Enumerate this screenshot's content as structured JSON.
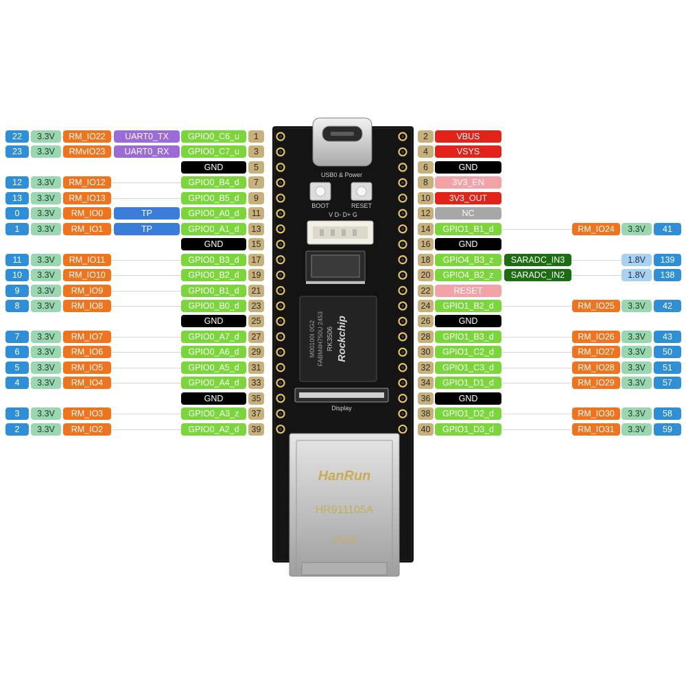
{
  "colors": {
    "pin_num": "#c7b07a",
    "gpio": "#7ad63a",
    "gnd": "#000000",
    "rm": "#f0741e",
    "v33": "#9ad7b0",
    "v18": "#a9d1f2",
    "num": "#2f8fd6",
    "uart": "#9b6bd8",
    "tp": "#3a7dd8",
    "red": "#e2231a",
    "pink": "#f3a3a8",
    "nc": "#a7a7a7",
    "adc": "#1d6e12"
  },
  "board": {
    "usb_label": "USB0 & Power",
    "boot_label": "BOOT",
    "reset_label": "RESET",
    "debug_label": "V D- D+ G",
    "display_label": "Display",
    "chip_brand": "Rockchip",
    "chip_model": "RK3506",
    "chip_line1": "FABM4H750U 2453",
    "chip_line2": "M00100I 0G2",
    "rj45_brand": "HanRun",
    "rj45_model": "HR911105A",
    "rj45_code": "20/10"
  },
  "left_pins": [
    {
      "pin": "1",
      "gpio": "GPIO0_C6_u",
      "rm": "RM_IO22",
      "volt": "3.3V",
      "num": "22",
      "func": "UART0_TX",
      "func_type": "uart"
    },
    {
      "pin": "3",
      "gpio": "GPIO0_C7_u",
      "rm": "RMvIO23",
      "volt": "3.3V",
      "num": "23",
      "func": "UART0_RX",
      "func_type": "uart"
    },
    {
      "pin": "5",
      "gpio": "GND"
    },
    {
      "pin": "7",
      "gpio": "GPIO0_B4_d",
      "rm": "RM_IO12",
      "volt": "3.3V",
      "num": "12"
    },
    {
      "pin": "9",
      "gpio": "GPIO0_B5_d",
      "rm": "RM_IO13",
      "volt": "3.3V",
      "num": "13"
    },
    {
      "pin": "11",
      "gpio": "GPIO0_A0_d",
      "rm": "RM_IO0",
      "volt": "3.3V",
      "num": "0",
      "func": "TP",
      "func_type": "tp"
    },
    {
      "pin": "13",
      "gpio": "GPIO0_A1_d",
      "rm": "RM_IO1",
      "volt": "3.3V",
      "num": "1",
      "func": "TP",
      "func_type": "tp"
    },
    {
      "pin": "15",
      "gpio": "GND"
    },
    {
      "pin": "17",
      "gpio": "GPIO0_B3_d",
      "rm": "RM_IO11",
      "volt": "3.3V",
      "num": "11"
    },
    {
      "pin": "19",
      "gpio": "GPIO0_B2_d",
      "rm": "RM_IO10",
      "volt": "3.3V",
      "num": "10"
    },
    {
      "pin": "21",
      "gpio": "GPIO0_B1_d",
      "rm": "RM_IO9",
      "volt": "3.3V",
      "num": "9"
    },
    {
      "pin": "23",
      "gpio": "GPIO0_B0_d",
      "rm": "RM_IO8",
      "volt": "3.3V",
      "num": "8"
    },
    {
      "pin": "25",
      "gpio": "GND"
    },
    {
      "pin": "27",
      "gpio": "GPIO0_A7_d",
      "rm": "RM_IO7",
      "volt": "3.3V",
      "num": "7"
    },
    {
      "pin": "29",
      "gpio": "GPIO0_A6_d",
      "rm": "RM_IO6",
      "volt": "3.3V",
      "num": "6"
    },
    {
      "pin": "31",
      "gpio": "GPIO0_A5_d",
      "rm": "RM_IO5",
      "volt": "3.3V",
      "num": "5"
    },
    {
      "pin": "33",
      "gpio": "GPIO0_A4_d",
      "rm": "RM_IO4",
      "volt": "3.3V",
      "num": "4"
    },
    {
      "pin": "35",
      "gpio": "GND"
    },
    {
      "pin": "37",
      "gpio": "GPIO0_A3_z",
      "rm": "RM_IO3",
      "volt": "3.3V",
      "num": "3"
    },
    {
      "pin": "39",
      "gpio": "GPIO0_A2_d",
      "rm": "RM_IO2",
      "volt": "3.3V",
      "num": "2"
    }
  ],
  "right_pins": [
    {
      "pin": "2",
      "gpio": "VBUS",
      "kind": "red"
    },
    {
      "pin": "4",
      "gpio": "VSYS",
      "kind": "red"
    },
    {
      "pin": "6",
      "gpio": "GND",
      "kind": "gnd"
    },
    {
      "pin": "8",
      "gpio": "3V3_EN",
      "kind": "pink"
    },
    {
      "pin": "10",
      "gpio": "3V3_OUT",
      "kind": "red"
    },
    {
      "pin": "12",
      "gpio": "NC",
      "kind": "nc"
    },
    {
      "pin": "14",
      "gpio": "GPIO1_B1_d",
      "kind": "gpio",
      "rm": "RM_IO24",
      "volt": "3.3V",
      "num": "41"
    },
    {
      "pin": "16",
      "gpio": "GND",
      "kind": "gnd"
    },
    {
      "pin": "18",
      "gpio": "GPIO4_B3_z",
      "kind": "gpio",
      "adc": "SARADC_IN3",
      "volt": "1.8V",
      "num": "139"
    },
    {
      "pin": "20",
      "gpio": "GPIO4_B2_z",
      "kind": "gpio",
      "adc": "SARADC_IN2",
      "volt": "1.8V",
      "num": "138"
    },
    {
      "pin": "22",
      "gpio": "RESET",
      "kind": "pink"
    },
    {
      "pin": "24",
      "gpio": "GPIO1_B2_d",
      "kind": "gpio",
      "rm": "RM_IO25",
      "volt": "3.3V",
      "num": "42"
    },
    {
      "pin": "26",
      "gpio": "GND",
      "kind": "gnd"
    },
    {
      "pin": "28",
      "gpio": "GPIO1_B3_d",
      "kind": "gpio",
      "rm": "RM_IO26",
      "volt": "3.3V",
      "num": "43"
    },
    {
      "pin": "30",
      "gpio": "GPIO1_C2_d",
      "kind": "gpio",
      "rm": "RM_IO27",
      "volt": "3.3V",
      "num": "50"
    },
    {
      "pin": "32",
      "gpio": "GPIO1_C3_d",
      "kind": "gpio",
      "rm": "RM_IO28",
      "volt": "3.3V",
      "num": "51"
    },
    {
      "pin": "34",
      "gpio": "GPIO1_D1_d",
      "kind": "gpio",
      "rm": "RM_IO29",
      "volt": "3.3V",
      "num": "57"
    },
    {
      "pin": "36",
      "gpio": "GND",
      "kind": "gnd"
    },
    {
      "pin": "38",
      "gpio": "GPIO1_D2_d",
      "kind": "gpio",
      "rm": "RM_IO30",
      "volt": "3.3V",
      "num": "58"
    },
    {
      "pin": "40",
      "gpio": "GPIO1_D3_d",
      "kind": "gpio",
      "rm": "RM_IO31",
      "volt": "3.3V",
      "num": "59"
    }
  ]
}
